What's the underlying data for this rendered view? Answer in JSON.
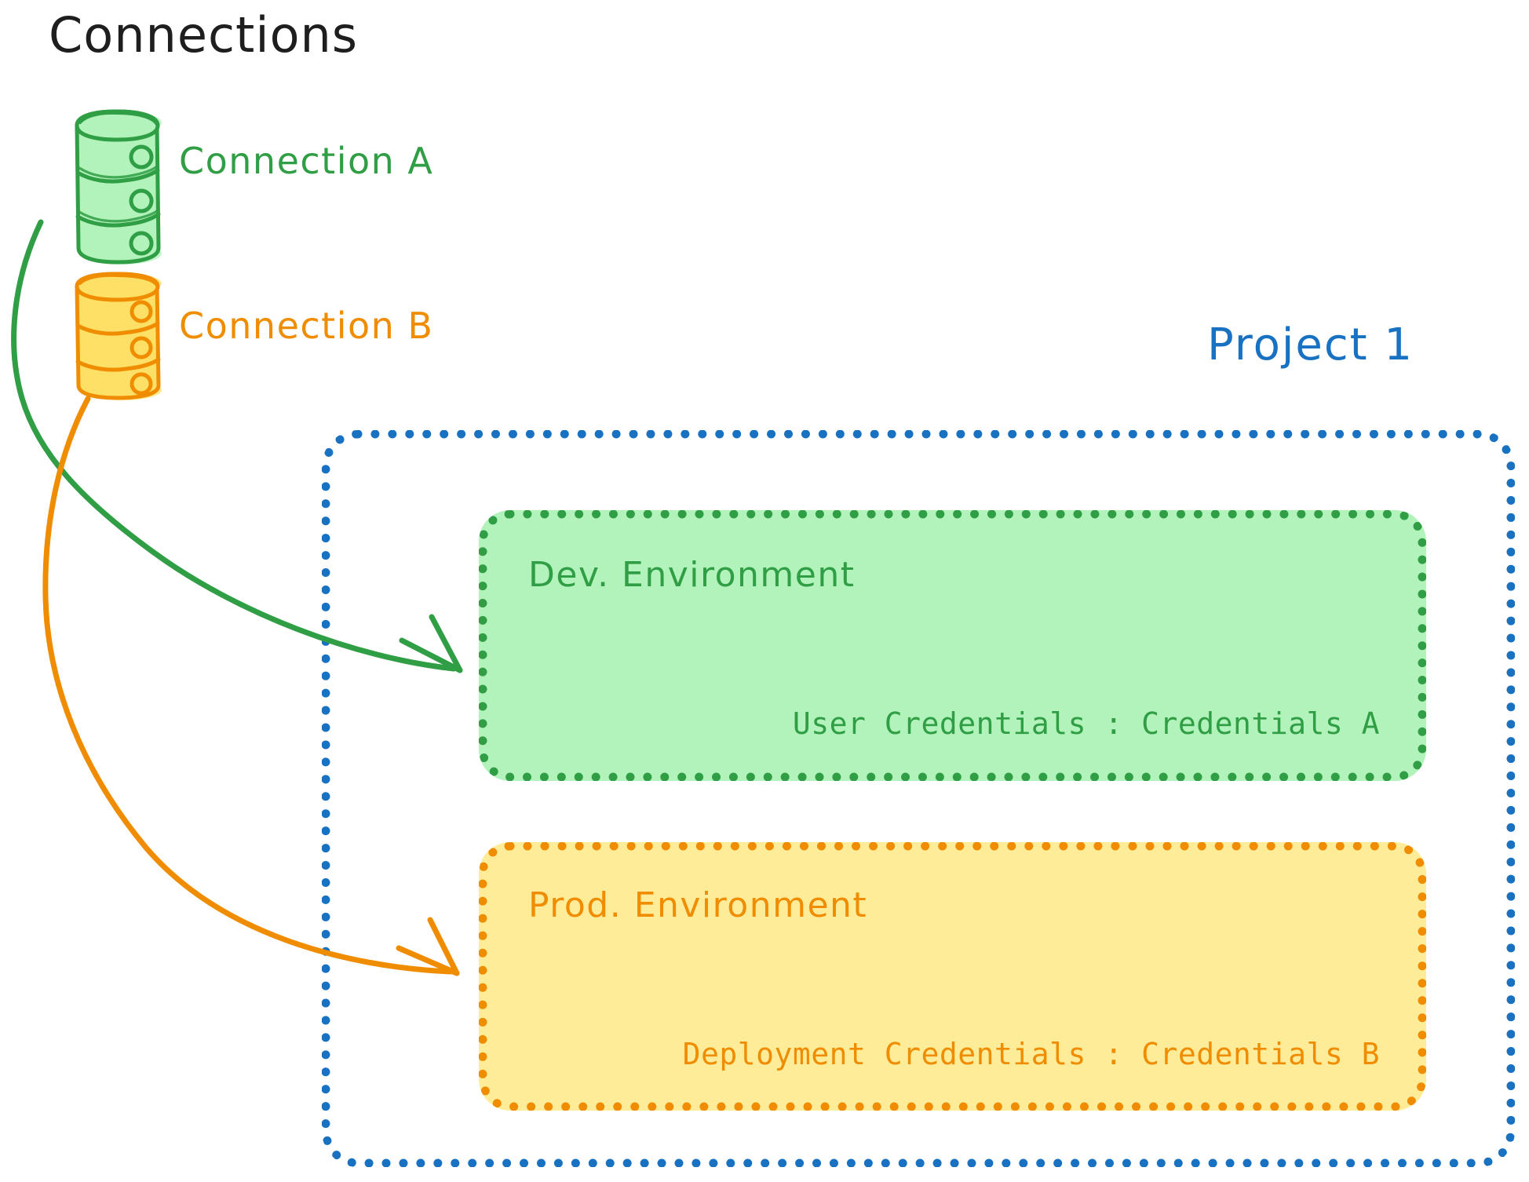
{
  "diagram": {
    "title": "Connections",
    "title_color": "#1e1e1e",
    "background": "#ffffff"
  },
  "connections": {
    "heading": "Connections",
    "items": [
      {
        "id": "connection-a",
        "label": "Connection A",
        "icon": "database-icon",
        "color": "#2f9e44",
        "fill": "#b2f2bb"
      },
      {
        "id": "connection-b",
        "label": "Connection B",
        "icon": "database-icon",
        "color": "#f08c00",
        "fill": "#ffe066"
      }
    ]
  },
  "project": {
    "title": "Project 1",
    "color": "#1971c2",
    "border_style": "dotted",
    "environments": [
      {
        "id": "dev-environment",
        "title": "Dev. Environment",
        "credentials_label": "User Credentials",
        "credentials_separator": ":",
        "credentials_value": "Credentials A",
        "credentials_text": "User Credentials : Credentials A",
        "color": "#2f9e44",
        "fill": "#b2f2bb"
      },
      {
        "id": "prod-environment",
        "title": "Prod. Environment",
        "credentials_label": "Deployment Credentials",
        "credentials_separator": ":",
        "credentials_value": "Credentials B",
        "credentials_text": "Deployment Credentials : Credentials B",
        "color": "#f08c00",
        "fill": "#ffec99"
      }
    ]
  },
  "arrows": [
    {
      "id": "arrow-connection-a-to-dev",
      "from": "connection-a",
      "to": "dev-environment",
      "color": "#2f9e44"
    },
    {
      "id": "arrow-connection-b-to-prod",
      "from": "connection-b",
      "to": "prod-environment",
      "color": "#f08c00"
    }
  ],
  "palette": {
    "green_stroke": "#2f9e44",
    "green_fill": "#b2f2bb",
    "orange_stroke": "#f08c00",
    "orange_fill": "#ffec99",
    "orange_db_fill": "#ffe066",
    "blue_stroke": "#1971c2",
    "black": "#1e1e1e",
    "white": "#ffffff"
  }
}
